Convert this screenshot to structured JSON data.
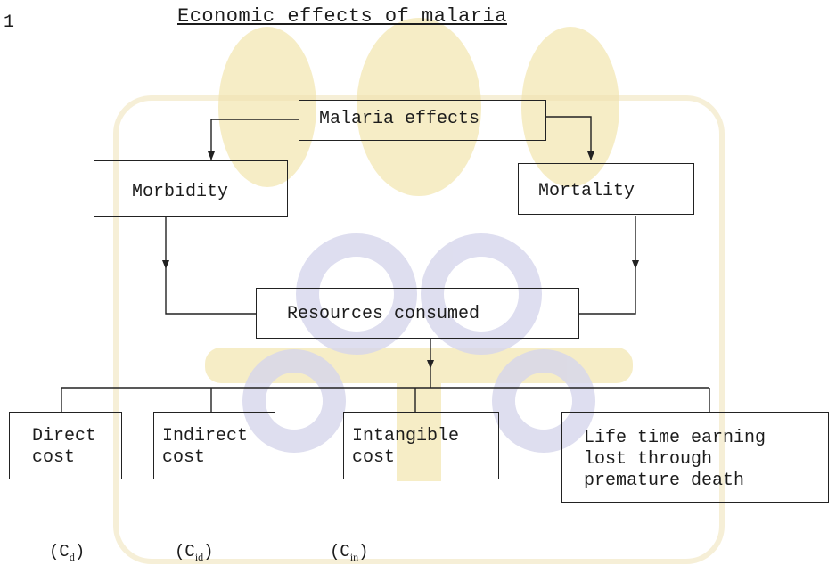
{
  "page": {
    "number": "1",
    "title": "Economic effects of malaria"
  },
  "nodes": {
    "effects": "Malaria effects",
    "morbidity": "Morbidity",
    "mortality": "Mortality",
    "resources": "Resources consumed",
    "direct": "Direct\ncost",
    "indirect": "Indirect\ncost",
    "intangible": "Intangible\ncost",
    "lifetime": "Life time earning\nlost through\npremature death"
  },
  "symbols": {
    "direct": {
      "base": "C",
      "sub": "d"
    },
    "indirect": {
      "base": "C",
      "sub": "id"
    },
    "intangible": {
      "base": "C",
      "sub": "in"
    }
  },
  "colors": {
    "watermark": "#f3e7b3",
    "watermark_blue": "#d6d6ec",
    "ink": "#1c1c1c"
  }
}
